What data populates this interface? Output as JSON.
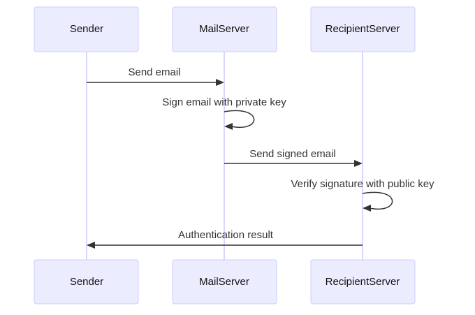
{
  "participants": [
    {
      "id": "sender",
      "label": "Sender"
    },
    {
      "id": "mailserver",
      "label": "MailServer"
    },
    {
      "id": "recipientserver",
      "label": "RecipientServer"
    }
  ],
  "messages": [
    {
      "from": "sender",
      "to": "mailserver",
      "label": "Send email"
    },
    {
      "from": "mailserver",
      "to": "mailserver",
      "label": "Sign email with private key"
    },
    {
      "from": "mailserver",
      "to": "recipientserver",
      "label": "Send signed email"
    },
    {
      "from": "recipientserver",
      "to": "recipientserver",
      "label": "Verify signature with public key"
    },
    {
      "from": "recipientserver",
      "to": "sender",
      "label": "Authentication result"
    }
  ]
}
